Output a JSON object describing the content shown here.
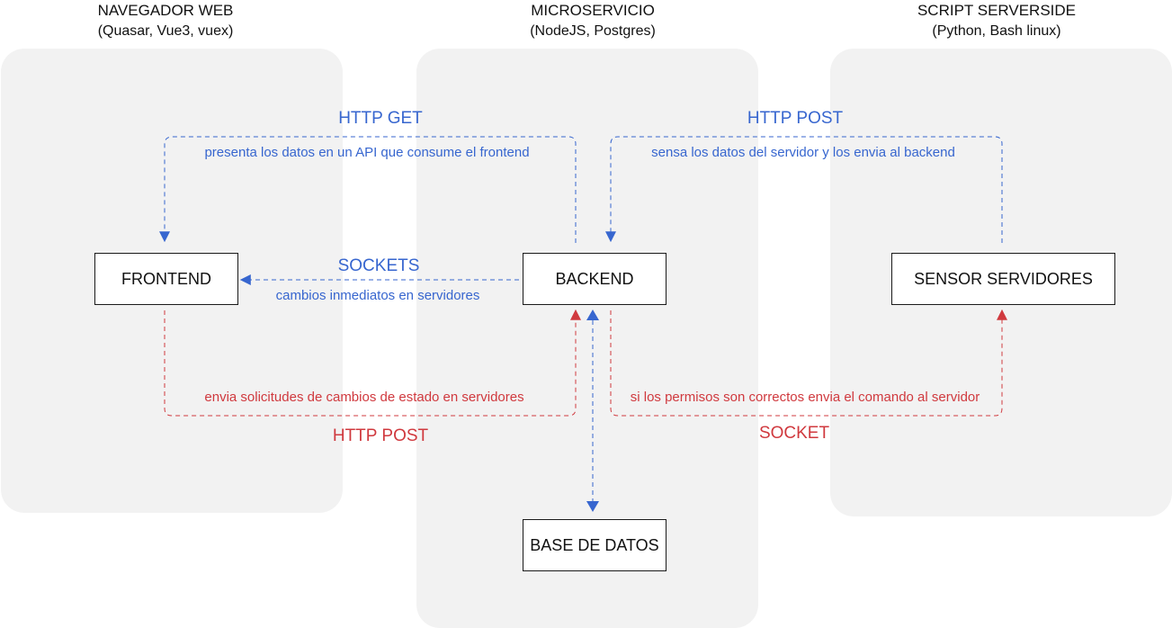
{
  "columns": [
    {
      "title": "NAVEGADOR WEB",
      "subtitle": "(Quasar, Vue3, vuex)"
    },
    {
      "title": "MICROSERVICIO",
      "subtitle": "(NodeJS, Postgres)"
    },
    {
      "title": "SCRIPT SERVERSIDE",
      "subtitle": "(Python, Bash linux)"
    }
  ],
  "nodes": {
    "frontend": "FRONTEND",
    "backend": "BACKEND",
    "sensor": "SENSOR SERVIDORES",
    "database": "BASE DE DATOS"
  },
  "connections": {
    "http_get": {
      "protocol": "HTTP GET",
      "description": "presenta los datos en un API que consume el frontend"
    },
    "http_post_sensor": {
      "protocol": "HTTP POST",
      "description": "sensa los datos del servidor y los envia al backend"
    },
    "sockets": {
      "protocol": "SOCKETS",
      "description": "cambios inmediatos en servidores"
    },
    "http_post_frontend": {
      "protocol": "HTTP POST",
      "description": "envia solicitudes de cambios de estado en servidores"
    },
    "socket_sensor": {
      "protocol": "SOCKET",
      "description": "si los permisos son correctos envia el comando al servidor"
    }
  },
  "colors": {
    "blue_flow": "#3766cf",
    "red_flow": "#d0393e",
    "panel": "#f2f2f2",
    "node_border": "#1a1a1a"
  }
}
